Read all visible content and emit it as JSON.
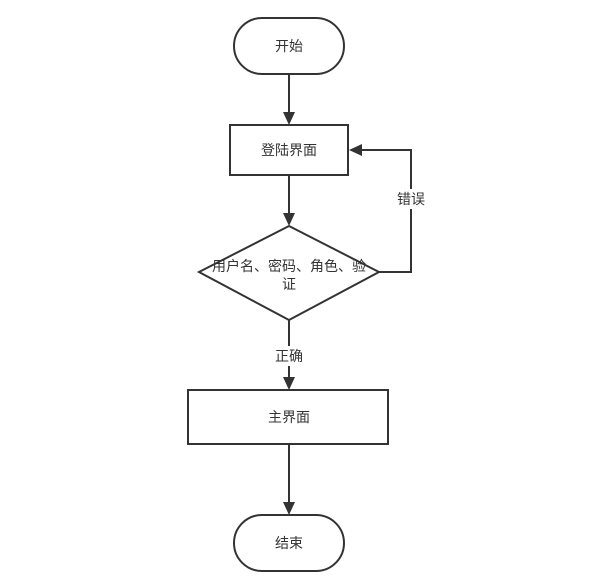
{
  "nodes": {
    "start": {
      "label": "开始"
    },
    "login": {
      "label": "登陆界面"
    },
    "verify": {
      "line1": "用户名、密码、角色、验",
      "line2": "证"
    },
    "main": {
      "label": "主界面"
    },
    "end": {
      "label": "结束"
    }
  },
  "edges": {
    "correct": {
      "label": "正确"
    },
    "error": {
      "label": "错误"
    }
  },
  "colors": {
    "stroke": "#333333",
    "fill": "#ffffff",
    "text": "#333333"
  }
}
